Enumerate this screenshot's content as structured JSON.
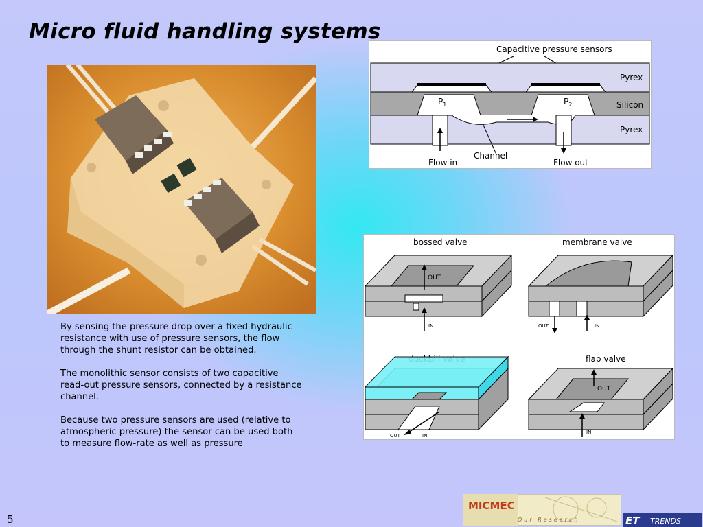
{
  "slide": {
    "title": "Micro fluid handling systems",
    "number": "5",
    "paragraphs": [
      "By sensing the pressure drop over a fixed hydraulic resistance with use of pressure sensors, the flow through the shunt resistor can be obtained.",
      "The monolithic sensor consists of two capacitive read-out pressure sensors, connected by a resistance channel.",
      "Because two pressure sensors are used (relative to atmospheric pressure) the sensor can be used both to measure flow-rate as well as pressure"
    ]
  },
  "cross_section": {
    "top_label": "Capacitive pressure sensors",
    "layers": [
      "Pyrex",
      "Silicon",
      "Pyrex"
    ],
    "p1": "P",
    "p1_sub": "1",
    "p2": "P",
    "p2_sub": "2",
    "flow_in": "Flow in",
    "channel": "Channel",
    "flow_out": "Flow out"
  },
  "valves": {
    "bossed": "bossed valve",
    "membrane": "membrane valve",
    "duckbill": "duckbill valve",
    "flap": "flap valve",
    "out": "OUT",
    "in": "IN"
  },
  "logos": {
    "micmec": "MICMEC",
    "micmec_tagline": "Our Research",
    "et": "ET",
    "trends": "TRENDS"
  }
}
